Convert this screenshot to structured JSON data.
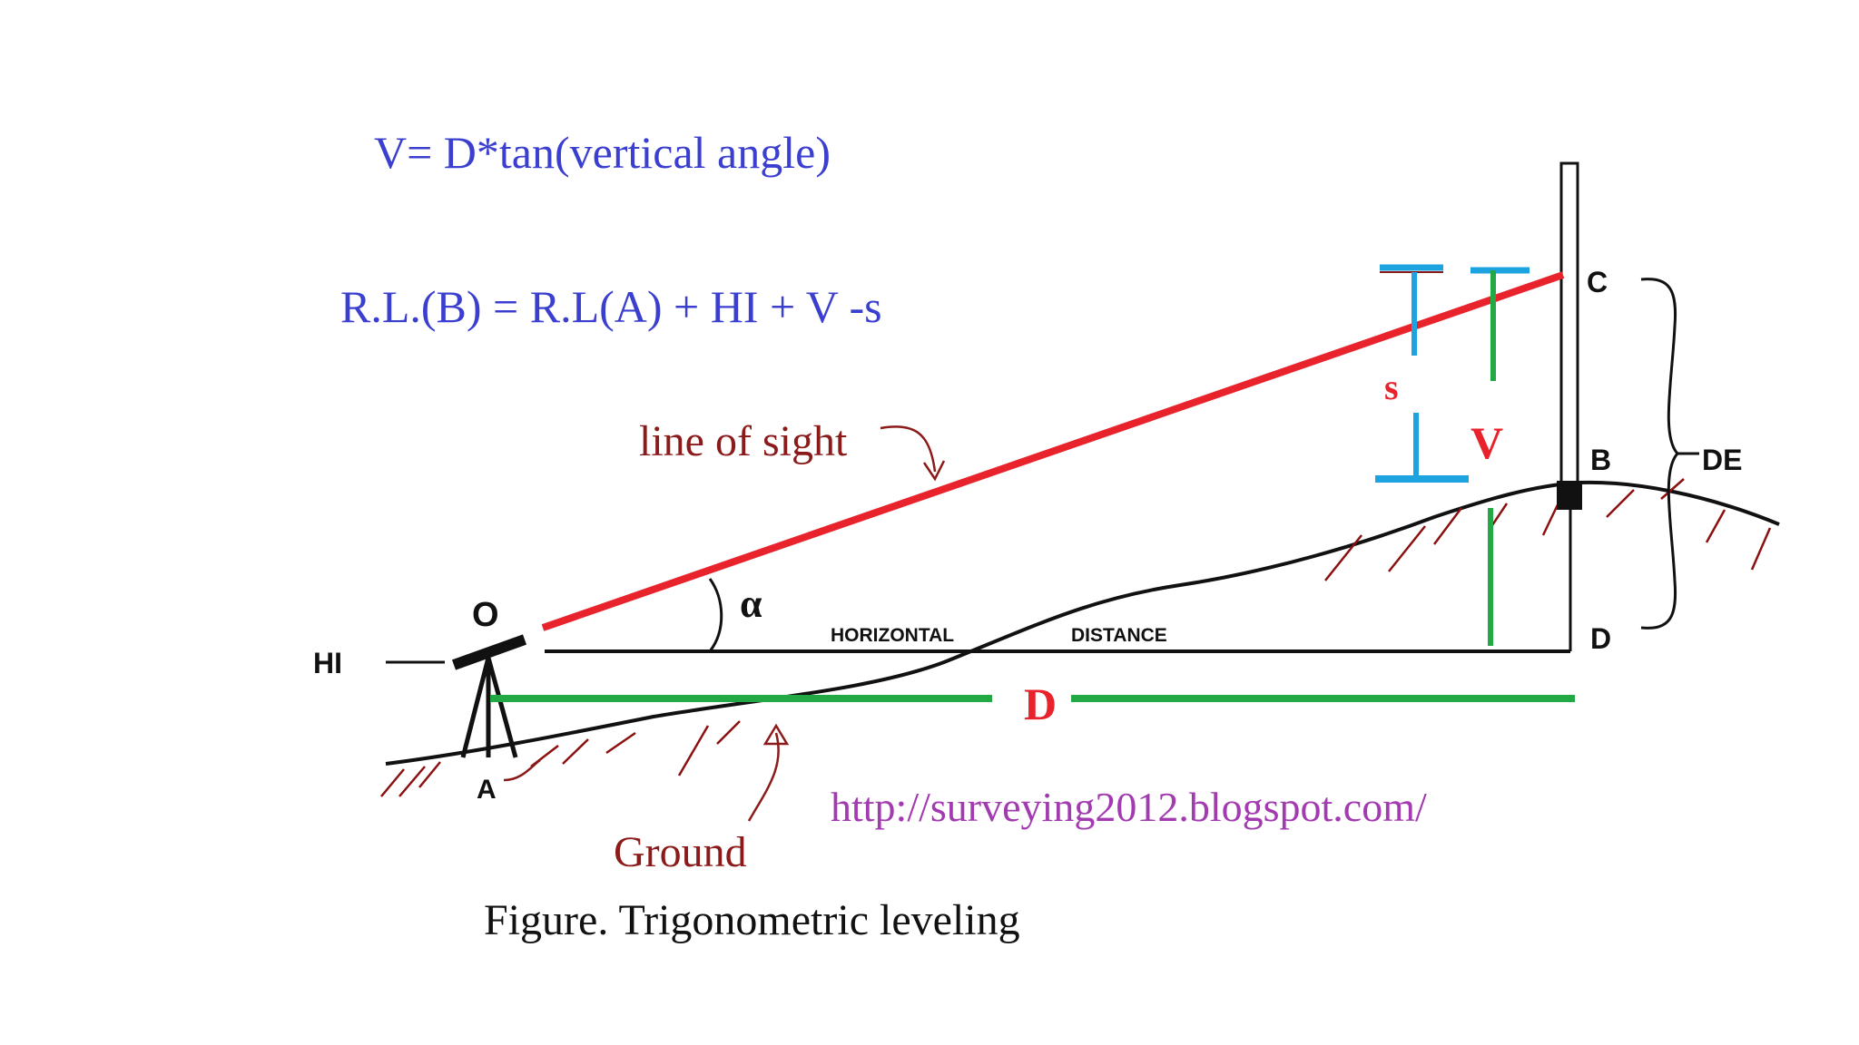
{
  "formulas": {
    "v_formula": "V= D*tan(vertical angle)",
    "rl_formula": "R.L.(B) = R.L(A) + HI + V -s"
  },
  "labels": {
    "line_of_sight": "line of sight",
    "ground": "Ground",
    "figure_caption": "Figure. Trigonometric leveling",
    "url": "http://surveying2012.blogspot.com/",
    "hi": "HI",
    "o": "O",
    "a": "A",
    "b": "B",
    "c": "C",
    "d_point": "D",
    "de": "DE",
    "alpha": "α",
    "horizontal": "HORIZONTAL",
    "distance": "DISTANCE",
    "s": "s",
    "v": "V",
    "d_distance": "D"
  },
  "colors": {
    "formula_blue": "#3b3fcf",
    "sight_red": "#e8232c",
    "label_darkred": "#8b1a1a",
    "measure_green": "#22a845",
    "measure_cyan": "#1da4e0",
    "url_purple": "#a23ab0",
    "ink_black": "#111111",
    "ground_hatch": "#8b1010"
  }
}
